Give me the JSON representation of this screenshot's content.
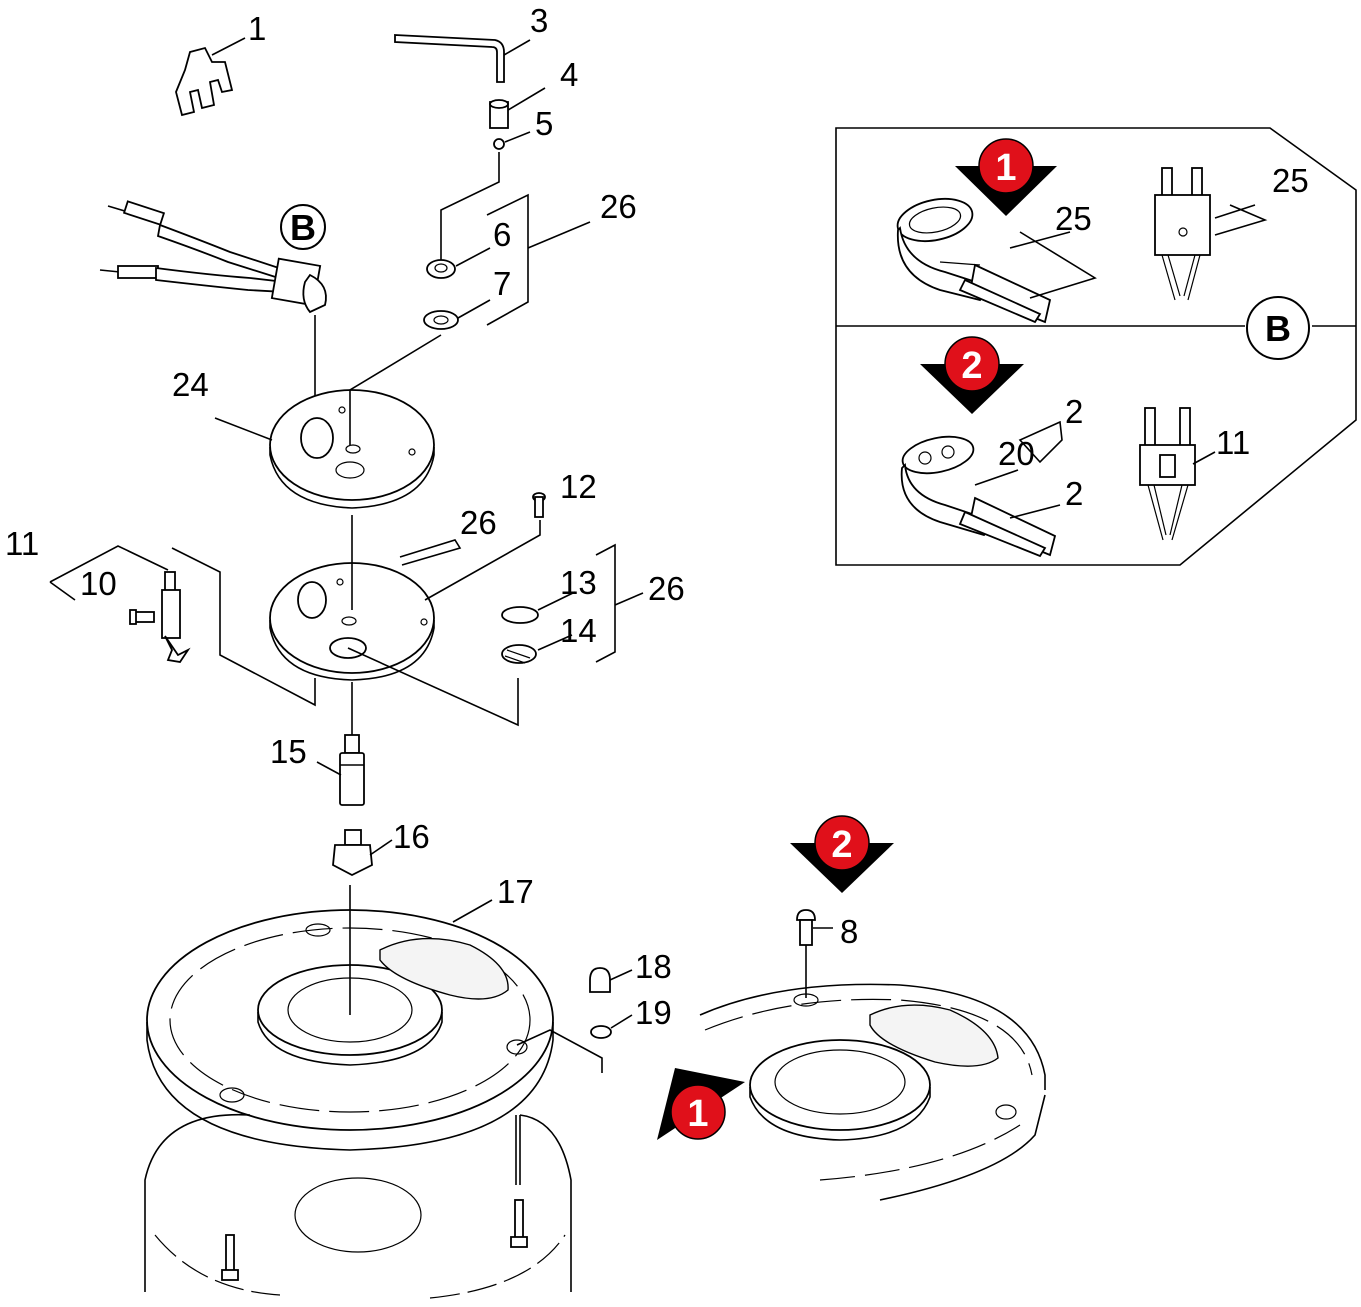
{
  "callouts": {
    "c1": "1",
    "c2": "2",
    "c3": "3",
    "c4": "4",
    "c5": "5",
    "c6": "6",
    "c7": "7",
    "c8": "8",
    "c10": "10",
    "c11": "11",
    "c12": "12",
    "c13": "13",
    "c14": "14",
    "c15": "15",
    "c16": "16",
    "c17": "17",
    "c18": "18",
    "c19": "19",
    "c20": "20",
    "c24": "24",
    "c25": "25",
    "c26": "26"
  },
  "detail_ref": "B",
  "variant_badges": {
    "v1": "1",
    "v2": "2"
  },
  "colors": {
    "badge_fill": "#e0101a",
    "arrow_fill": "#000000",
    "line": "#000000"
  }
}
